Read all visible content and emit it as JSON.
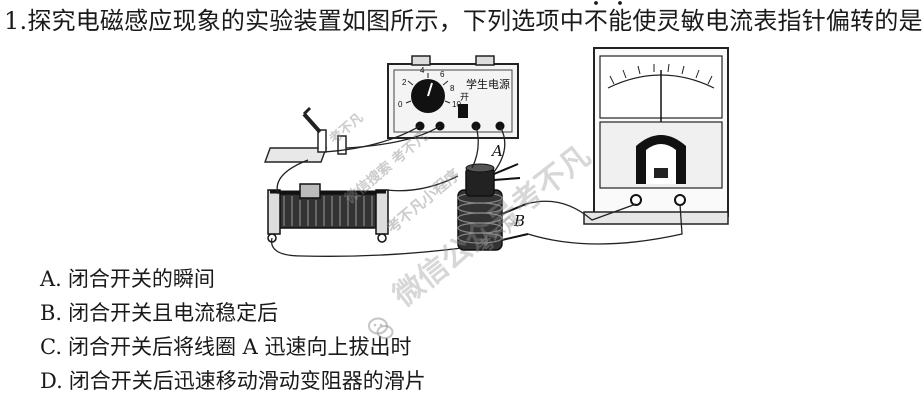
{
  "question": {
    "number": "1.",
    "text_before": "探究电磁感应现象的实验装置如图所示，下列选项中",
    "emphasis": "不能",
    "text_after": "使灵敏电流表指针偏转的是"
  },
  "figure": {
    "power_supply_label": "学生电源",
    "switch_label": "开",
    "dial_numbers": [
      "0",
      "2",
      "4",
      "6",
      "8",
      "10"
    ],
    "coil_a_label": "A",
    "coil_b_label": "B"
  },
  "options": [
    {
      "letter": "A.",
      "text": "闭合开关的瞬间"
    },
    {
      "letter": "B.",
      "text": "闭合开关且电流稳定后"
    },
    {
      "letter": "C.",
      "text": "闭合开关后将线圈 A 迅速向上拔出时"
    },
    {
      "letter": "D.",
      "text": "闭合开关后迅速移动滑动变阻器的滑片"
    }
  ],
  "watermark": {
    "main": "微信公众号考不凡",
    "wm1": "考不凡",
    "wm2": "微信搜索 考不凡",
    "wm3": "考不凡小程序",
    "wm4": "考不凡"
  }
}
